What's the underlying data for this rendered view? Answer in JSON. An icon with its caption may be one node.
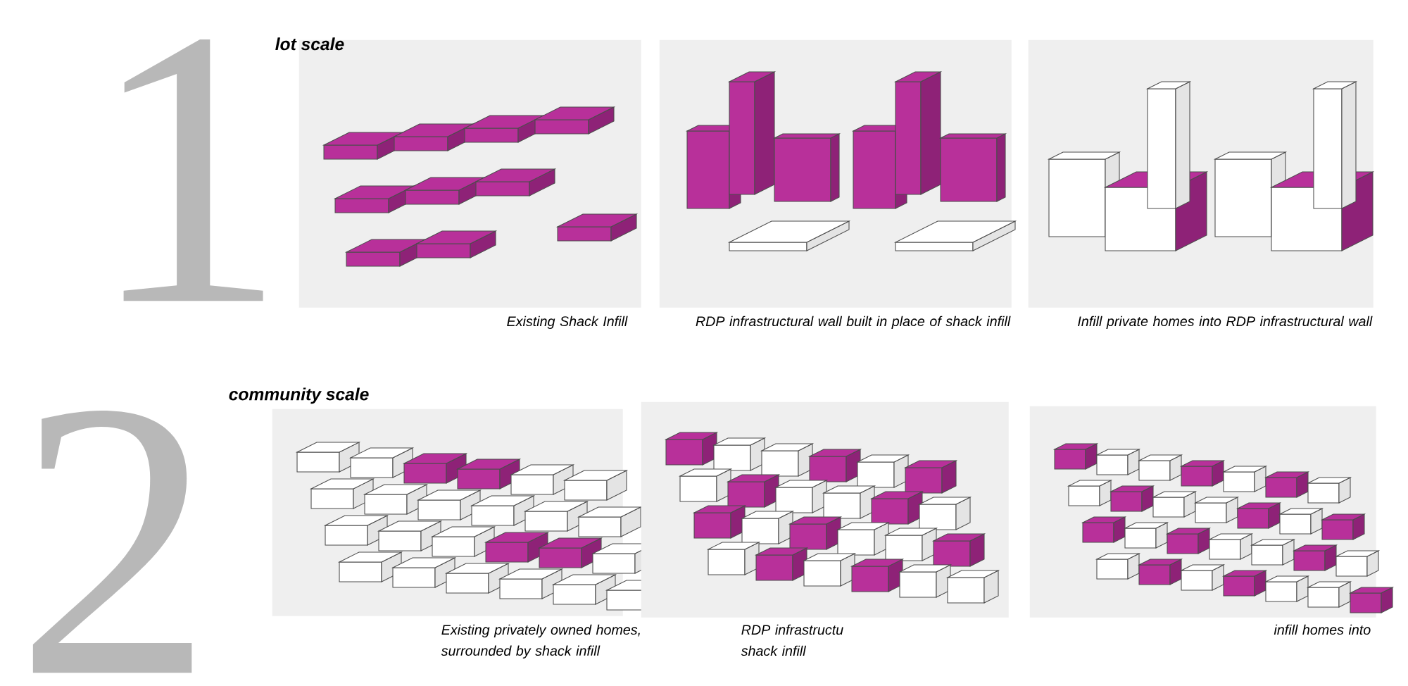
{
  "diagram": {
    "nodes": [
      {
        "text": [],
        "shape": "picture",
        "beside": [
          "Existing Shack Infill"
        ]
      },
      {
        "text": [],
        "shape": "picture",
        "beside": [
          "RDP infrastructural wall built in place of shack infill"
        ]
      },
      {
        "text": [],
        "shape": "picture",
        "beside": [
          "Infill private homes into RDP infrastructural wall"
        ]
      },
      {
        "text": [],
        "shape": "picture",
        "beside": [
          "Existing privately owned homes, surrounded by shack infill"
        ]
      },
      {
        "text": [],
        "shape": "picture",
        "beside": [
          "RDP infrastructu",
          "shack infill"
        ]
      },
      {
        "text": [],
        "shape": "picture",
        "beside": [
          "infill homes into"
        ]
      }
    ],
    "edges": [],
    "labels": [
      "1",
      "lot scale",
      "2",
      "community scale"
    ]
  }
}
